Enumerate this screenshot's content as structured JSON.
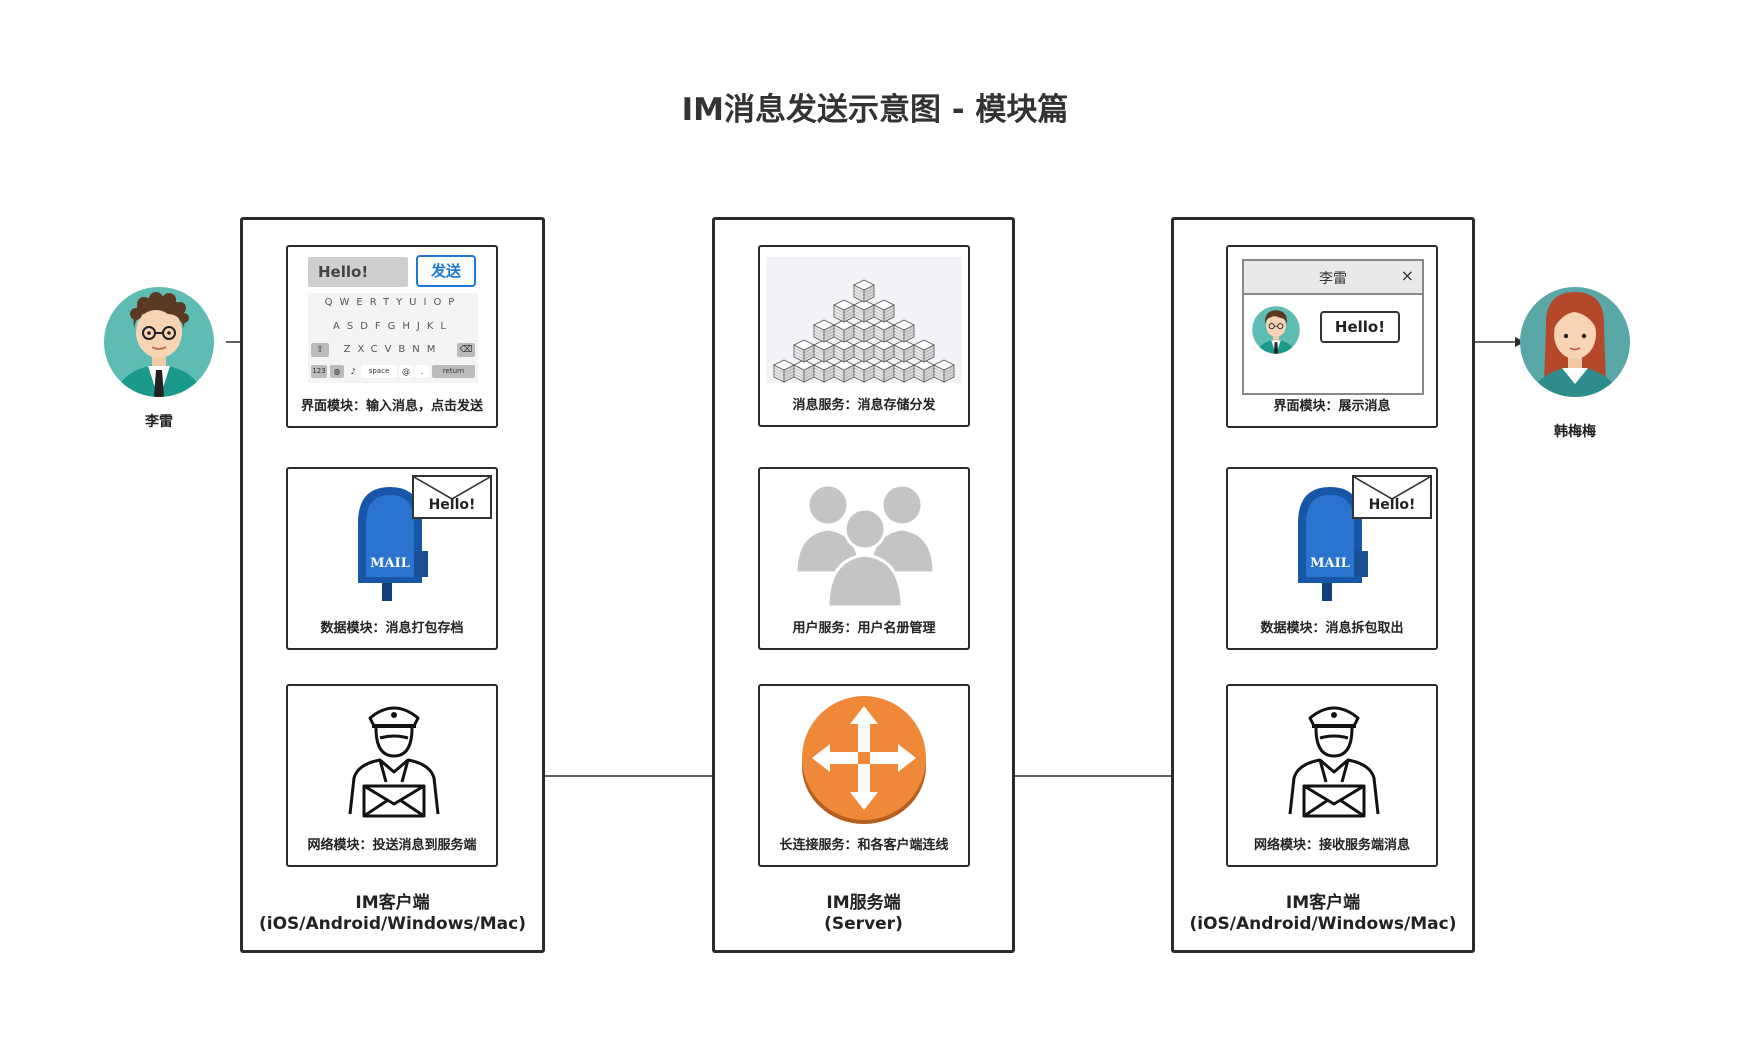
{
  "title": "IM消息发送示意图 - 模块篇",
  "people": {
    "sender": {
      "name": "李雷"
    },
    "receiver": {
      "name": "韩梅梅"
    }
  },
  "client_left": {
    "label_line1": "IM客户端",
    "label_line2": "(iOS/Android/Windows/Mac)",
    "modules": {
      "ui": {
        "label": "界面模块：输入消息，点击发送",
        "input_text": "Hello!",
        "send_button": "发送",
        "keyboard": {
          "row1": "QWERTYUIOP",
          "row2": "ASDFGHJKL",
          "row3": "ZXCVBNM",
          "key_123": "123",
          "key_space": "space",
          "key_at": "@",
          "key_dot": ".",
          "key_return": "return"
        }
      },
      "data": {
        "label": "数据模块：消息打包存档",
        "envelope_text": "Hello!",
        "mailbox_text": "MAIL"
      },
      "network": {
        "label": "网络模块：投送消息到服务端"
      }
    }
  },
  "server": {
    "label_line1": "IM服务端",
    "label_line2": "(Server)",
    "modules": {
      "message": {
        "label": "消息服务：消息存储分发"
      },
      "user": {
        "label": "用户服务：用户名册管理"
      },
      "connection": {
        "label": "长连接服务：和各客户端连线"
      }
    }
  },
  "client_right": {
    "label_line1": "IM客户端",
    "label_line2": "(iOS/Android/Windows/Mac)",
    "modules": {
      "ui": {
        "label": "界面模块：展示消息",
        "chat_title": "李雷",
        "close_symbol": "×",
        "bubble_text": "Hello!"
      },
      "data": {
        "label": "数据模块：消息拆包取出",
        "envelope_text": "Hello!",
        "mailbox_text": "MAIL"
      },
      "network": {
        "label": "网络模块：接收服务端消息"
      }
    }
  },
  "colors": {
    "border": "#2b2b2b",
    "send_blue": "#1f77d8",
    "router_orange": "#f0883a",
    "avatar_bg": "#5fbcb4",
    "mailbox_blue": "#1856a8"
  }
}
